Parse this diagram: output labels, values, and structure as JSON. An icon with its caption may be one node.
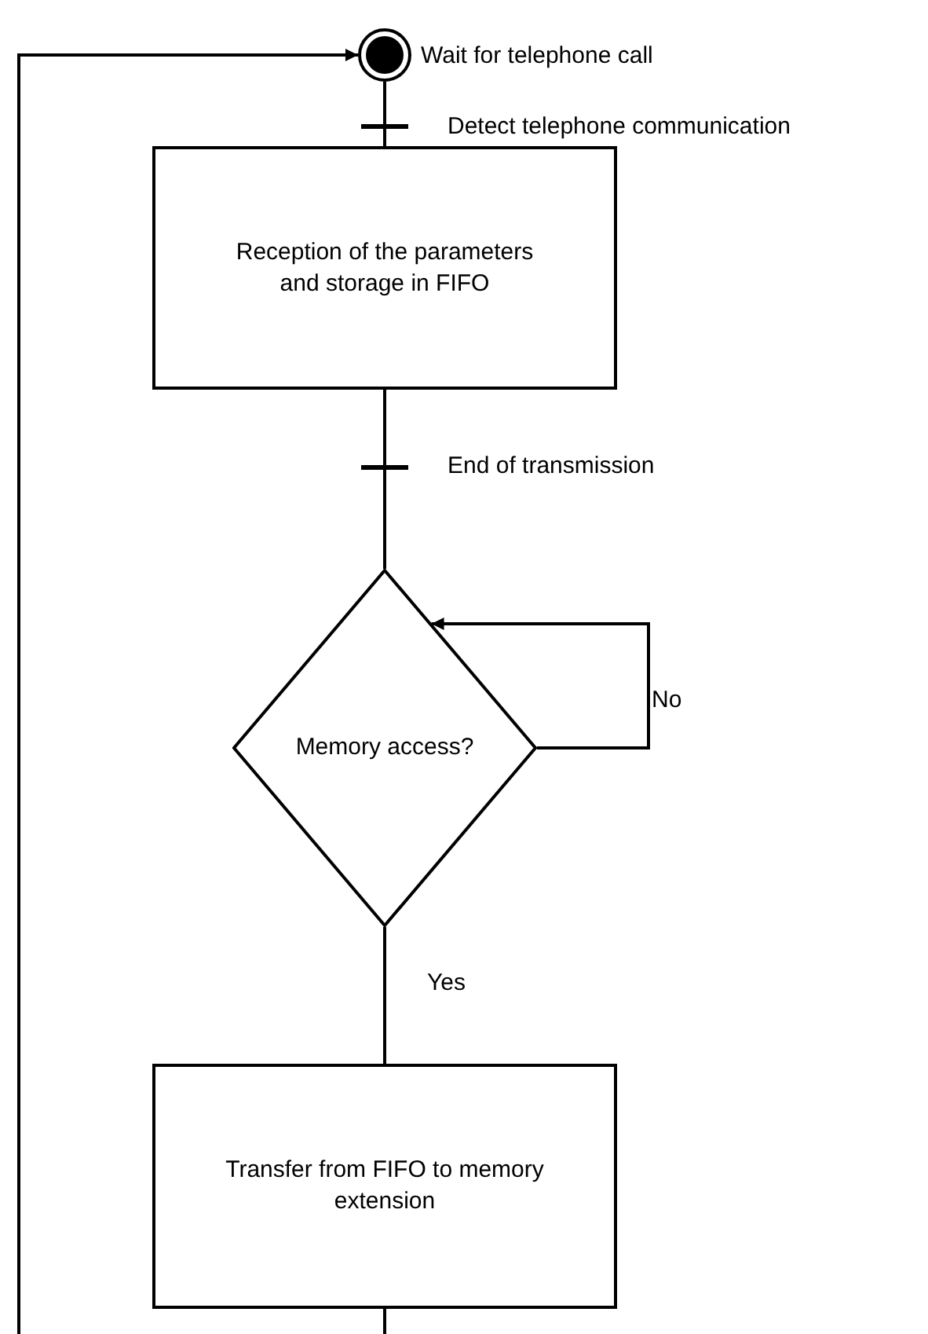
{
  "diagram": {
    "nodes": [
      {
        "text": [],
        "shape": "circle",
        "beside": [
          "Wait for telephone call"
        ]
      },
      {
        "text": [],
        "shape": "bar"
      },
      {
        "text": [
          "Reception of the parameters and storage in FIFO"
        ]
      },
      {
        "text": [],
        "shape": "bar"
      },
      {
        "text": [
          "Memory access?"
        ]
      },
      {
        "text": [
          "Transfer from FIFO to memory extension"
        ]
      }
    ],
    "edges": [
      {
        "from": 0,
        "to": 1,
        "arrow": "none"
      },
      {
        "from": 1,
        "to": 2,
        "arrow": "none"
      },
      {
        "from": 2,
        "to": 3,
        "arrow": "none"
      },
      {
        "from": 3,
        "to": 4,
        "arrow": "none"
      },
      {
        "from": 4,
        "to": 4,
        "label": "No",
        "arrow": "to"
      },
      {
        "from": 4,
        "to": 5,
        "label": "Yes",
        "arrow": "none"
      },
      {
        "from": 5,
        "to": null,
        "arrow": "none"
      },
      {
        "from": null,
        "to": 0,
        "arrow": "to"
      }
    ],
    "labels": [
      "Detect telephone communication",
      "End of transmission"
    ]
  }
}
